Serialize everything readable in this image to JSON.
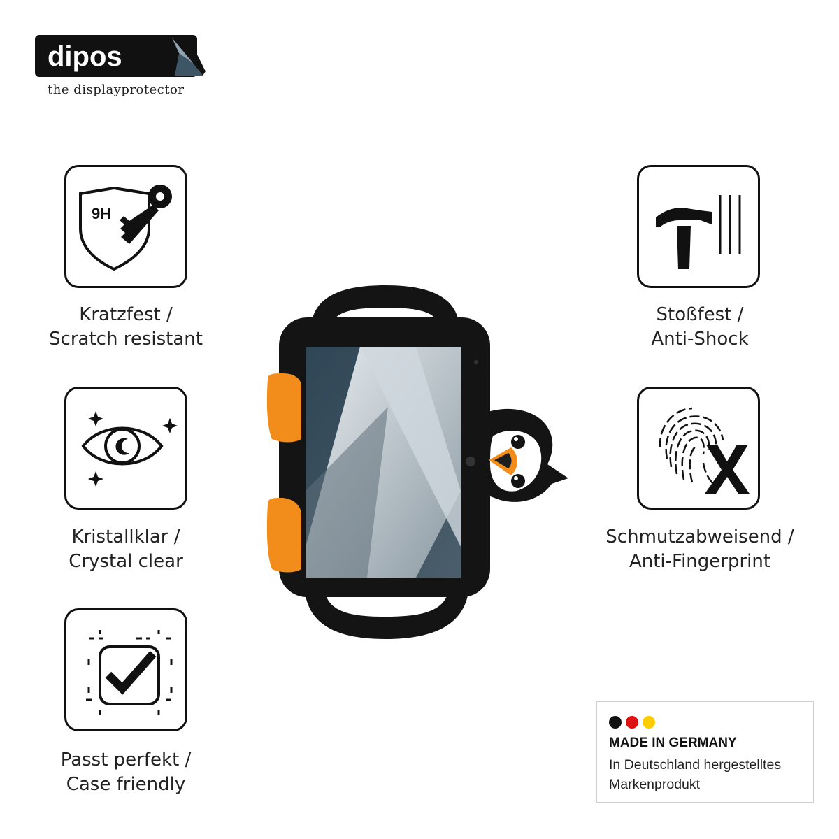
{
  "brand": {
    "name": "dipos",
    "tagline": "the displayprotector"
  },
  "features": [
    {
      "icon": "9h-shield-key-icon",
      "line1": "Kratzfest /",
      "line2": "Scratch resistant"
    },
    {
      "icon": "crystal-eye-icon",
      "line1": "Kristallklar /",
      "line2": "Crystal clear"
    },
    {
      "icon": "case-checkmark-icon",
      "line1": "Passt perfekt /",
      "line2": "Case friendly"
    },
    {
      "icon": "hammer-shock-icon",
      "line1": "Stoßfest /",
      "line2": "Anti-Shock"
    },
    {
      "icon": "fingerprint-x-icon",
      "line1": "Schmutzabweisend /",
      "line2": "Anti-Fingerprint"
    }
  ],
  "shield_badge": "9H",
  "made_in": {
    "title": "MADE IN GERMANY",
    "line1": "In Deutschland hergestelltes",
    "line2": "Markenprodukt",
    "flag_colors": [
      "#111111",
      "#dd1111",
      "#ffcc00"
    ]
  },
  "colors": {
    "case": "#141414",
    "accent_orange": "#f28c1a",
    "screen_dark": "#2f4656"
  }
}
